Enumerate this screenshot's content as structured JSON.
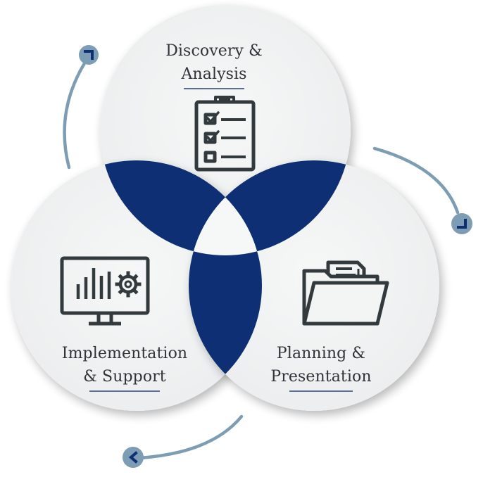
{
  "colors": {
    "navy": "#0e2f73",
    "circle_fill": "#f3f4f4",
    "arrow": "#7d9db4",
    "icon": "#333a3e",
    "text": "#2e3438",
    "underline": "#5a6e9a"
  },
  "stages": {
    "discovery": {
      "line1": "Discovery &",
      "line2": "Analysis",
      "icon": "clipboard-checklist-icon"
    },
    "planning": {
      "line1": "Planning &",
      "line2": "Presentation",
      "icon": "folder-documents-icon"
    },
    "implementation": {
      "line1": "Implementation",
      "line2": "& Support",
      "icon": "monitor-chart-gear-icon"
    }
  },
  "cycle_arrows": [
    "chevron-right",
    "chevron-down",
    "chevron-left"
  ]
}
